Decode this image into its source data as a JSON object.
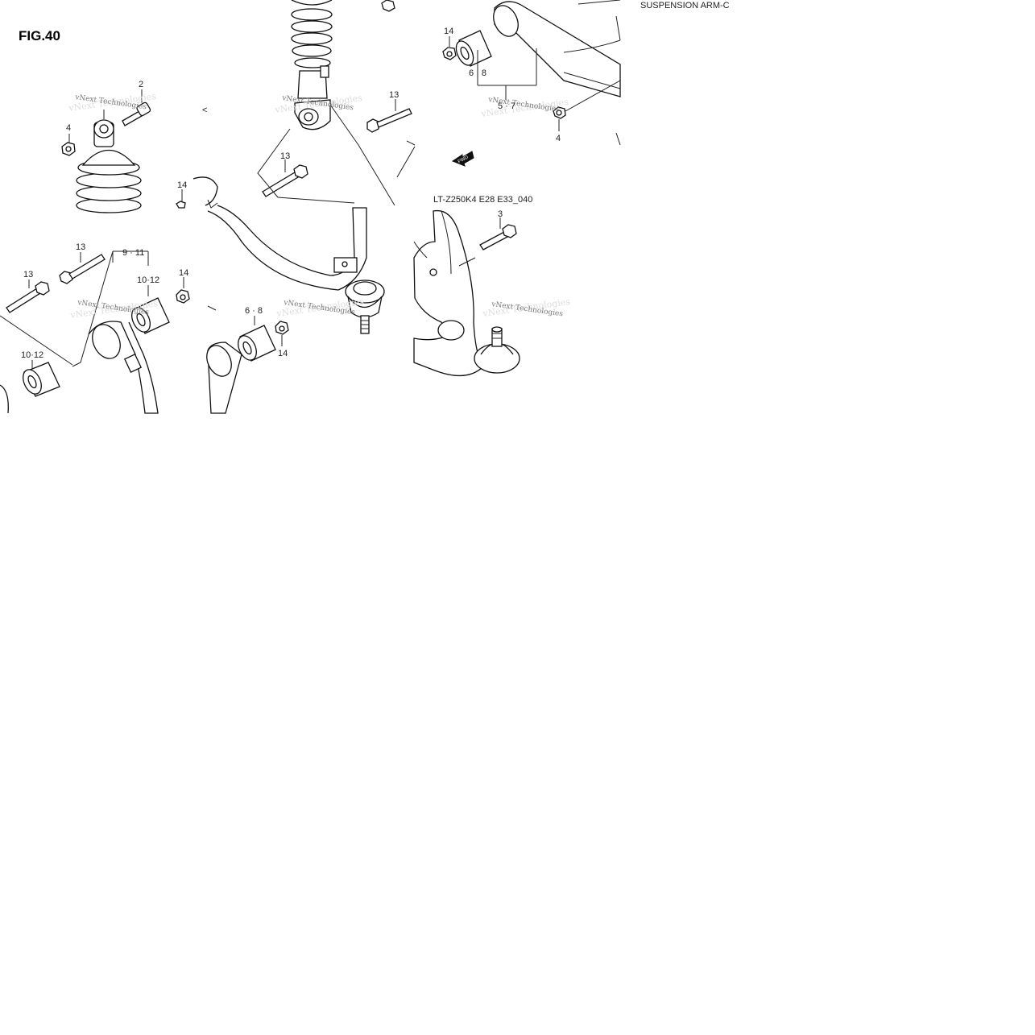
{
  "figure": {
    "title": "FIG.40",
    "section_title": "SUSPENSION ARM-C",
    "model_code": "LT-Z250K4 E28 E33_040",
    "fwd_label": "FWD",
    "stray_mark": "<"
  },
  "watermark": "vNext Technologies",
  "callouts": [
    {
      "id": "c-2",
      "text": "2"
    },
    {
      "id": "c-4a",
      "text": "4"
    },
    {
      "id": "c-14a",
      "text": "14"
    },
    {
      "id": "c-13a",
      "text": "13"
    },
    {
      "id": "c-13b",
      "text": "13"
    },
    {
      "id": "c-14b",
      "text": "14"
    },
    {
      "id": "c-68a",
      "text": "6 · 8"
    },
    {
      "id": "c-57",
      "text": "5 · 7"
    },
    {
      "id": "c-4b",
      "text": "4"
    },
    {
      "id": "c-3",
      "text": "3"
    },
    {
      "id": "c-13c",
      "text": "13"
    },
    {
      "id": "c-13d",
      "text": "13"
    },
    {
      "id": "c-911",
      "text": "9 · 11"
    },
    {
      "id": "c-1012a",
      "text": "10·12"
    },
    {
      "id": "c-14c",
      "text": "14"
    },
    {
      "id": "c-1012b",
      "text": "10·12"
    },
    {
      "id": "c-68b",
      "text": "6 · 8"
    },
    {
      "id": "c-14d",
      "text": "14"
    }
  ]
}
